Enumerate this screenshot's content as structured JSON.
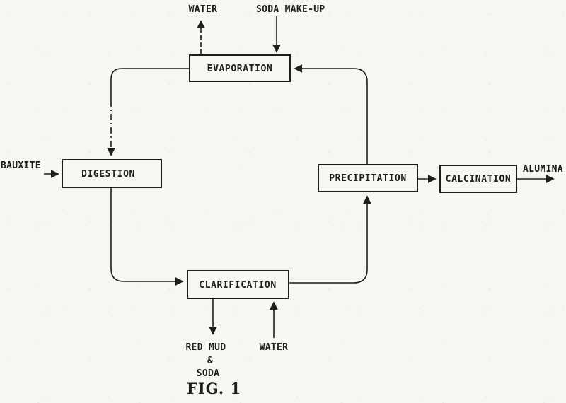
{
  "figure": {
    "caption": "FIG. 1",
    "nodes": {
      "evaporation": "EVAPORATION",
      "digestion": "DIGESTION",
      "precipitation": "PRECIPITATION",
      "calcination": "CALCINATION",
      "clarification": "CLARIFICATION"
    },
    "streams": {
      "water_top": "WATER",
      "soda_makeup": "SODA  MAKE-UP",
      "bauxite": "BAUXITE",
      "alumina": "ALUMINA",
      "red_mud": "RED MUD",
      "amp": "&",
      "soda_bottom": "SODA",
      "water_bottom": "WATER"
    },
    "colors": {
      "ink": "#1f1d1a",
      "paper": "#f7f6f2"
    }
  }
}
